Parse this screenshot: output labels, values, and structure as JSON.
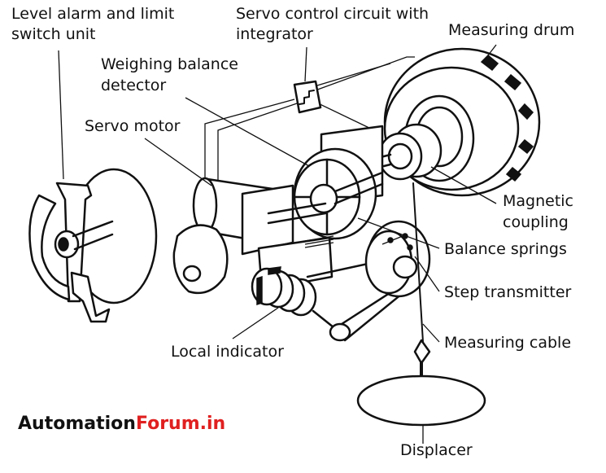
{
  "labels": {
    "level_alarm_line1": "Level alarm and limit",
    "level_alarm_line2": "switch unit",
    "servo_control_line1": "Servo control circuit with",
    "servo_control_line2": "integrator",
    "measuring_drum": "Measuring drum",
    "weighing_line1": "Weighing balance",
    "weighing_line2": "detector",
    "servo_motor": "Servo motor",
    "magnetic_line1": "Magnetic",
    "magnetic_line2": "coupling",
    "balance_springs": "Balance springs",
    "step_transmitter": "Step transmitter",
    "measuring_cable": "Measuring cable",
    "local_indicator": "Local indicator",
    "displacer": "Displacer"
  },
  "brand": {
    "part1": "Automation",
    "part2": "Forum.in",
    "color_part1": "#111111",
    "color_part2": "#e02020"
  }
}
